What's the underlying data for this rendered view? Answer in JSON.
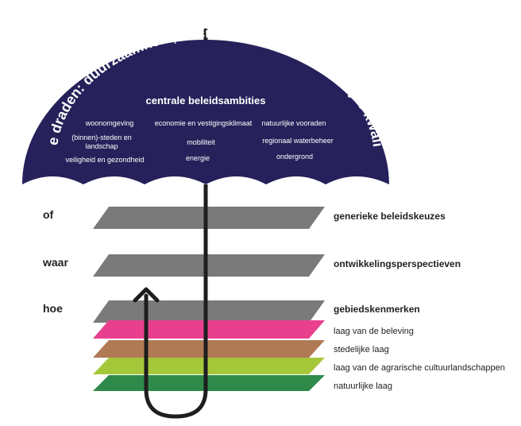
{
  "umbrella": {
    "arc_text": "rode draden: duurzaamheid, sociale kwaliteit en ruimtelijke kwaliteit",
    "title": "centrale beleidsambities",
    "ambities": {
      "col1": [
        "woonomgeving",
        "(binnen)-steden en",
        "landschap",
        "veiligheid en gezondheid"
      ],
      "col2": [
        "economie en vestigingsklimaat",
        "mobiliteit",
        "energie"
      ],
      "col3": [
        "natuurlijke vooraden",
        "regionaal waterbeheer",
        "ondergrond"
      ]
    },
    "canopy_color": "#26215a"
  },
  "levels": [
    {
      "question": "of",
      "label": "generieke beleidskeuzes"
    },
    {
      "question": "waar",
      "label": "ontwikkelingsperspectieven"
    },
    {
      "question": "hoe",
      "label": "gebiedskenmerken"
    }
  ],
  "layers": [
    {
      "label": "laag van de beleving",
      "color": "#e8408e"
    },
    {
      "label": "stedelijke laag",
      "color": "#b07a55"
    },
    {
      "label": "laag van de agrarische cultuurlandschappen",
      "color": "#a5c83a"
    },
    {
      "label": "natuurlijke laag",
      "color": "#2f8a4a"
    }
  ],
  "colors": {
    "slab_grey": "#7a7a7a",
    "handle": "#1e1e1e"
  }
}
